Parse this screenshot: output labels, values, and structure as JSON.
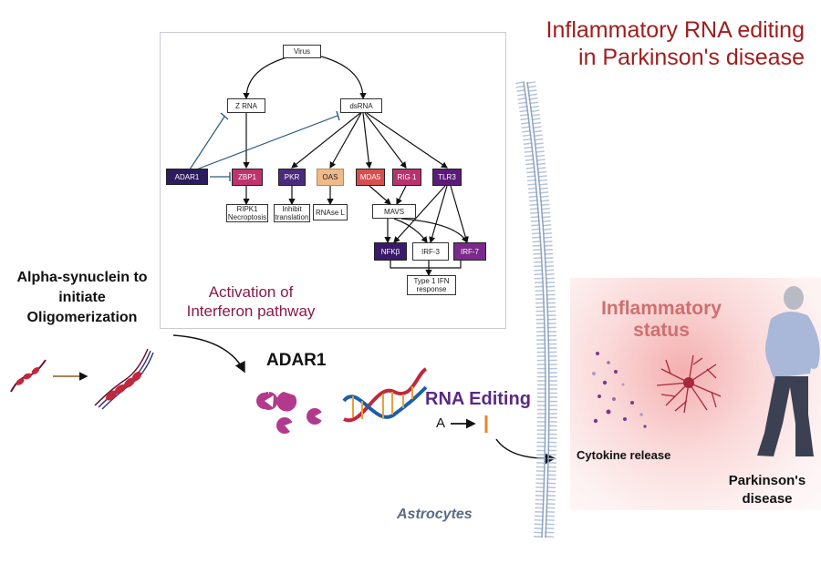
{
  "title": {
    "line1": "Inflammatory RNA editing",
    "line2": "in Parkinson's disease"
  },
  "pathway": {
    "nodes": {
      "virus": "Virus",
      "zrna": "Z RNA",
      "dsrna": "dsRNA",
      "adar1": "ADAR1",
      "zbp1": "ZBP1",
      "pkr": "PKR",
      "oas": "OAS",
      "mda5": "MDA5",
      "rig1": "RIG 1",
      "tlr3": "TLR3",
      "ripk1": "RIPK1 Necroptosis",
      "inhibit": "Inhibit translation",
      "rnasel": "RNAse L",
      "mavs": "MAVS",
      "nfkb": "NFKβ",
      "irf3": "IRF-3",
      "irf7": "IRF-7",
      "ifn": "Type 1 IFN response"
    },
    "caption": {
      "line1": "Activation of",
      "line2": "Interferon pathway"
    }
  },
  "left": {
    "alpha_line1": "Alpha-synuclein to",
    "alpha_line2": "initiate",
    "alpha_line3": "Oligomerization"
  },
  "center": {
    "adar1": "ADAR1",
    "rna_editing": "RNA Editing",
    "edit_from": "A",
    "cytokine": "Cytokine release",
    "astrocytes": "Astrocytes"
  },
  "right": {
    "inflam_line1": "Inflammatory",
    "inflam_line2": "status",
    "pd_line1": "Parkinson's",
    "pd_line2": "disease"
  },
  "colors": {
    "title": "#a01e1e",
    "adar1_node": "#2d1b5e",
    "zbp1": "#c0326e",
    "pkr": "#4a2a7a",
    "oas": "#f0b98a",
    "mda5": "#d64f4f",
    "rig1": "#c0326e",
    "tlr3": "#5a1a7a",
    "nfkb": "#3a1a6a",
    "irf7": "#7a2a8a",
    "pacman": "#b23a8c",
    "rna_editing": "#5a2a82",
    "inflam": "#cf6f6f"
  }
}
